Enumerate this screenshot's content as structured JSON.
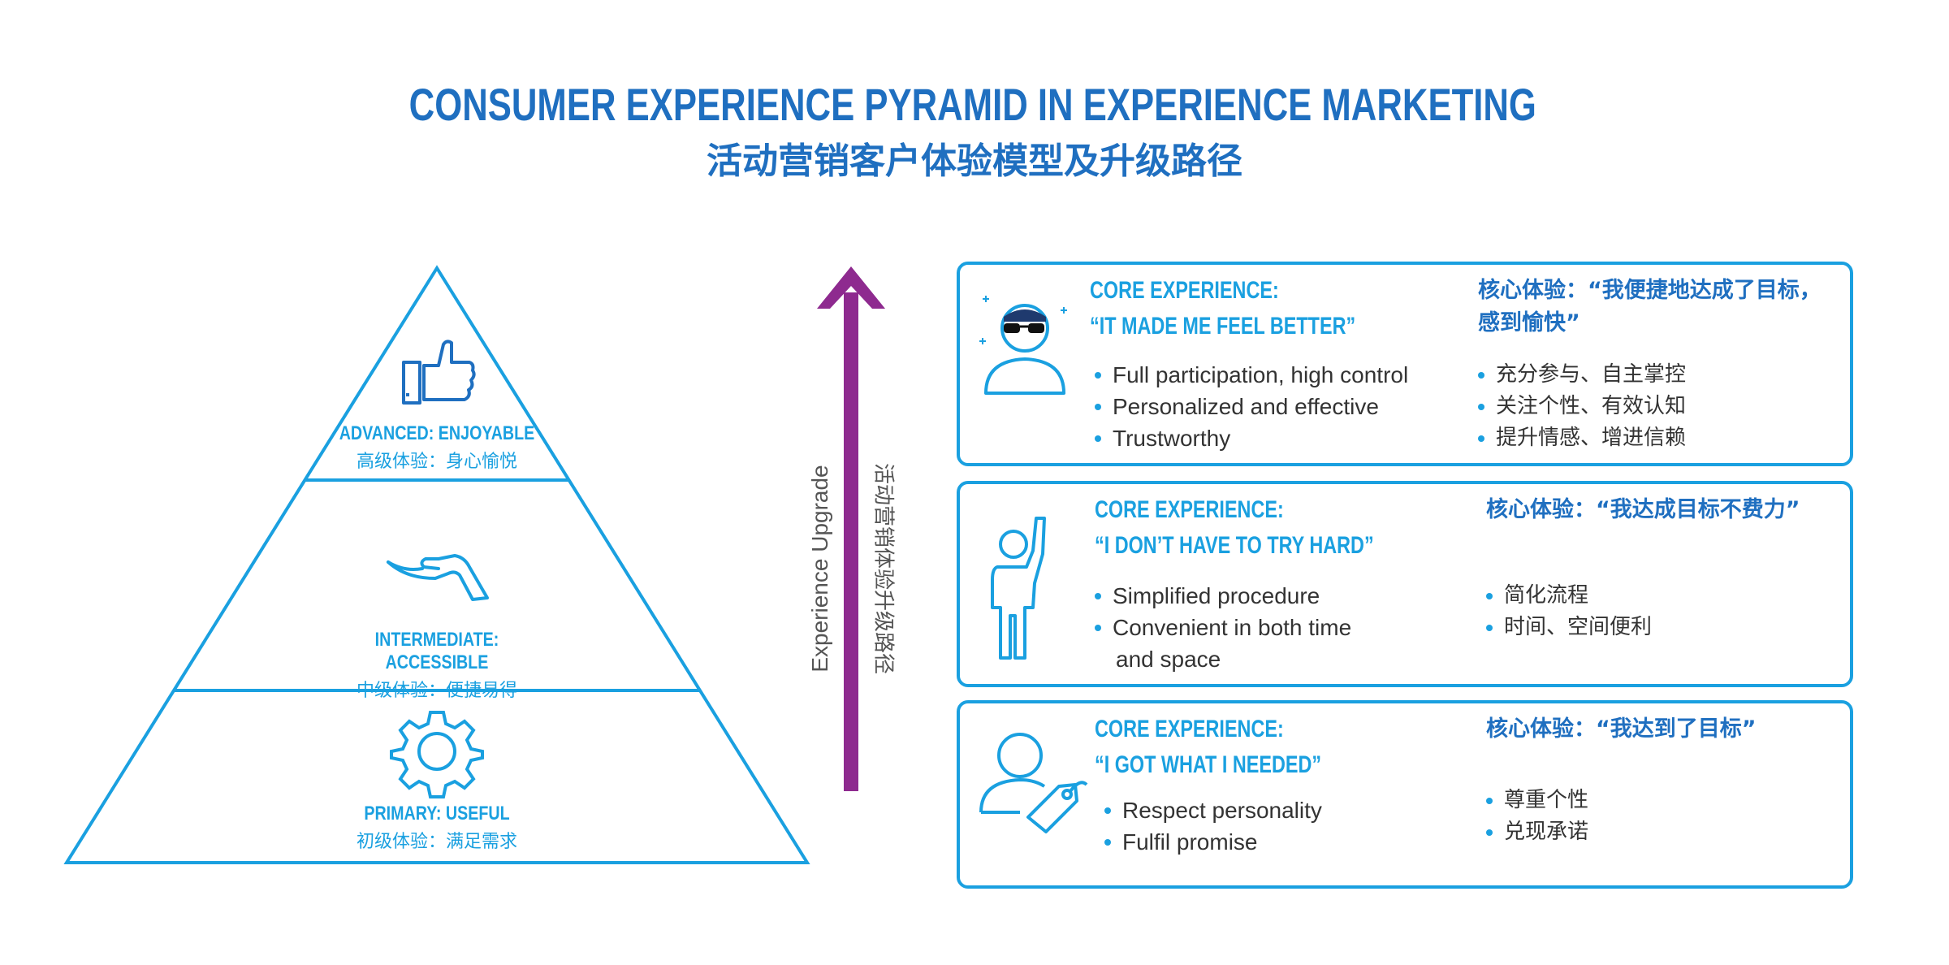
{
  "title": {
    "en": "CONSUMER EXPERIENCE PYRAMID IN EXPERIENCE MARKETING",
    "zh": "活动营销客户体验模型及升级路径"
  },
  "pyramid": [
    {
      "en": "ADVANCED: ENJOYABLE",
      "zh": "高级体验：身心愉悦",
      "icon": "thumbs-up-icon"
    },
    {
      "en": "INTERMEDIATE: ACCESSIBLE",
      "zh": "中级体验：便捷易得",
      "icon": "hand-icon"
    },
    {
      "en": "PRIMARY: USEFUL",
      "zh": "初级体验：满足需求",
      "icon": "gear-icon"
    }
  ],
  "upgrade": {
    "en": "Experience Upgrade",
    "zh": "活动营销体验升级路径"
  },
  "colors": {
    "blue": "#1aa0e0",
    "dark_blue": "#1f6fc0",
    "arrow": "#8e2a8f"
  },
  "cards": [
    {
      "icon": "person-sunglasses-icon",
      "heading_en": "CORE EXPERIENCE:",
      "quote_en": "“IT MADE ME FEEL BETTER”",
      "heading_zh_1": "核心体验：“我便捷地达成了目标，",
      "heading_zh_2": "感到愉快”",
      "items_en": [
        "Full participation, high control",
        "Personalized and effective",
        "Trustworthy"
      ],
      "items_zh": [
        "充分参与、自主掌控",
        "关注个性、有效认知",
        "提升情感、增进信赖"
      ]
    },
    {
      "icon": "person-hand-raised-icon",
      "heading_en": "CORE EXPERIENCE:",
      "quote_en": "“I DON’T HAVE TO TRY HARD”",
      "heading_zh_1": "核心体验：“我达成目标不费力”",
      "items_en": [
        "Simplified procedure",
        "Convenient in both time",
        "and space"
      ],
      "items_zh": [
        "简化流程",
        "时间、空间便利"
      ]
    },
    {
      "icon": "person-tag-icon",
      "heading_en": "CORE EXPERIENCE:",
      "quote_en": "“I GOT WHAT I NEEDED”",
      "heading_zh_1": "核心体验：“我达到了目标”",
      "items_en": [
        "Respect personality",
        "Fulfil promise"
      ],
      "items_zh": [
        "尊重个性",
        "兑现承诺"
      ]
    }
  ]
}
